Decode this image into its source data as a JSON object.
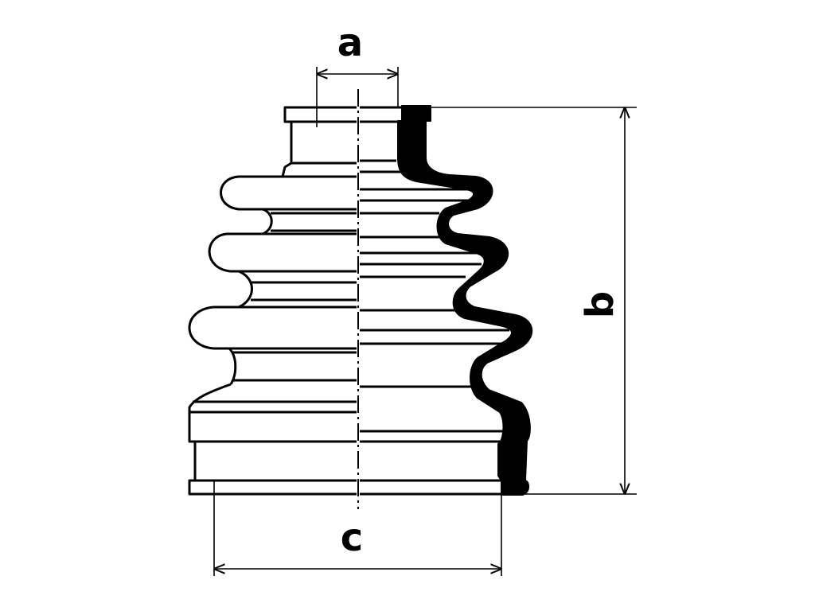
{
  "dimensions": {
    "a": "a",
    "b": "b",
    "c": "c"
  },
  "colors": {
    "line": "#000000",
    "background": "#ffffff",
    "wall": "#000000"
  }
}
